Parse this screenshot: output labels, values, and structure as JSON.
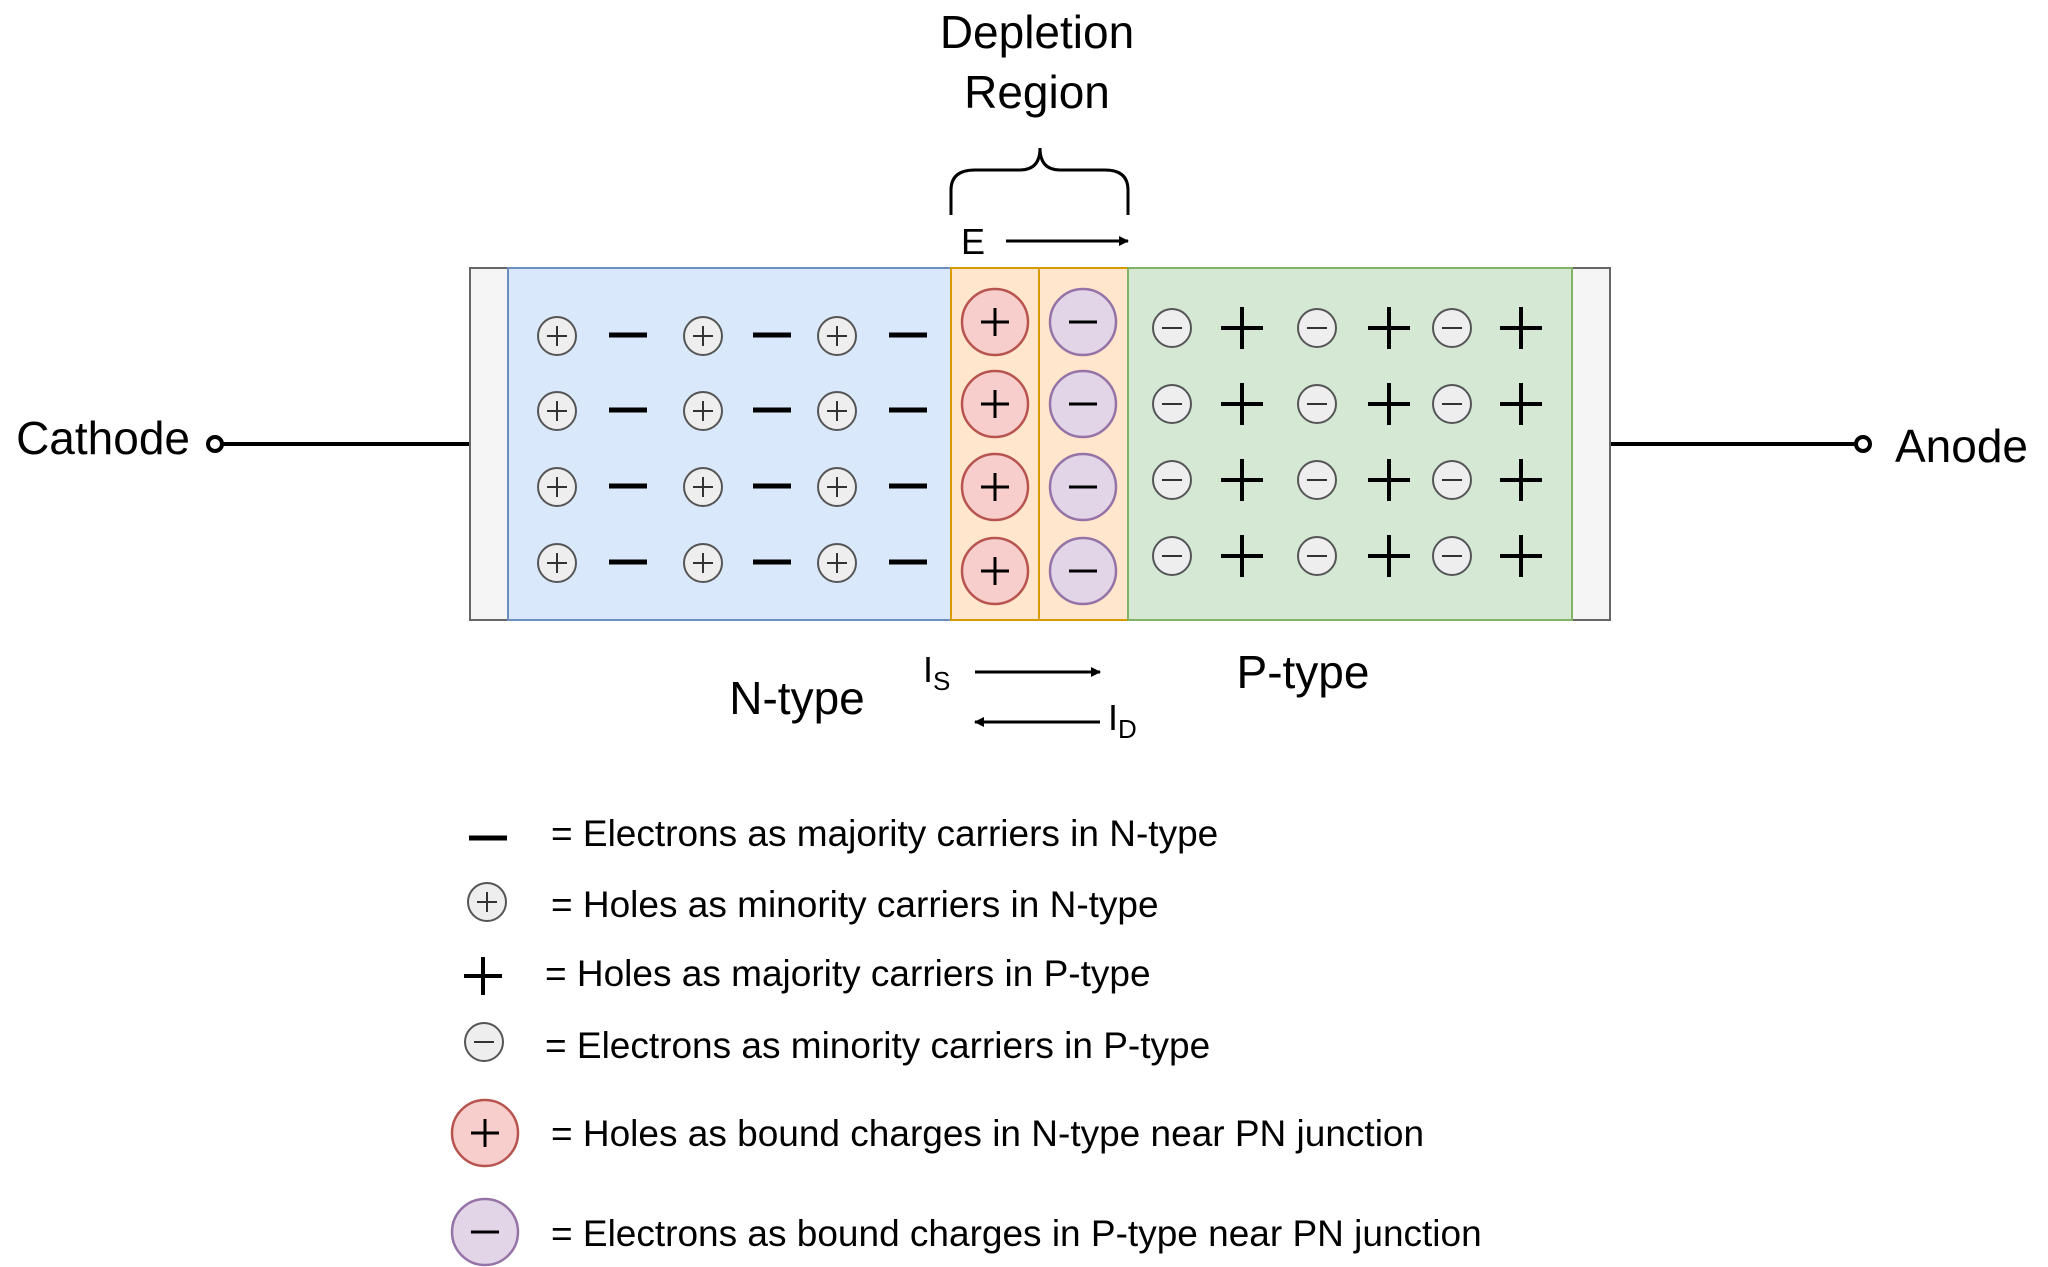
{
  "title": {
    "line1": "Depletion",
    "line2": "Region"
  },
  "terminals": {
    "cathode": "Cathode",
    "anode": "Anode"
  },
  "regions": {
    "n_type": "N-type",
    "p_type": "P-type"
  },
  "field": {
    "label": "E"
  },
  "currents": {
    "drift_main": "I",
    "drift_sub": "S",
    "diffusion_main": "I",
    "diffusion_sub": "D"
  },
  "symbols": {
    "plus": "+",
    "minus": "−"
  },
  "legend": [
    {
      "icon": "electron-majority-icon",
      "text": "= Electrons as majority carriers in N-type"
    },
    {
      "icon": "hole-minority-icon",
      "text": "= Holes as minority carriers in N-type"
    },
    {
      "icon": "hole-majority-icon",
      "text": "= Holes as majority carriers in P-type"
    },
    {
      "icon": "electron-minority-icon",
      "text": "= Electrons as minority carriers in P-type"
    },
    {
      "icon": "bound-hole-icon",
      "text": "= Holes as bound charges in N-type near PN junction"
    },
    {
      "icon": "bound-electron-icon",
      "text": "= Electrons as bound charges in P-type near PN junction"
    }
  ],
  "colors": {
    "n_region": "#dae8fc",
    "n_border": "#6c8ebf",
    "p_region": "#d5e8d4",
    "p_border": "#82b366",
    "depletion": "#ffe6cc",
    "depletion_border": "#d79b00",
    "bound_hole_fill": "#f8cecc",
    "bound_hole_border": "#b85450",
    "bound_electron_fill": "#e1d5e7",
    "bound_electron_border": "#9673a6",
    "contact": "#f5f5f5",
    "contact_border": "#666666",
    "minority_fill": "#eeeeee",
    "minority_border": "#555555"
  }
}
